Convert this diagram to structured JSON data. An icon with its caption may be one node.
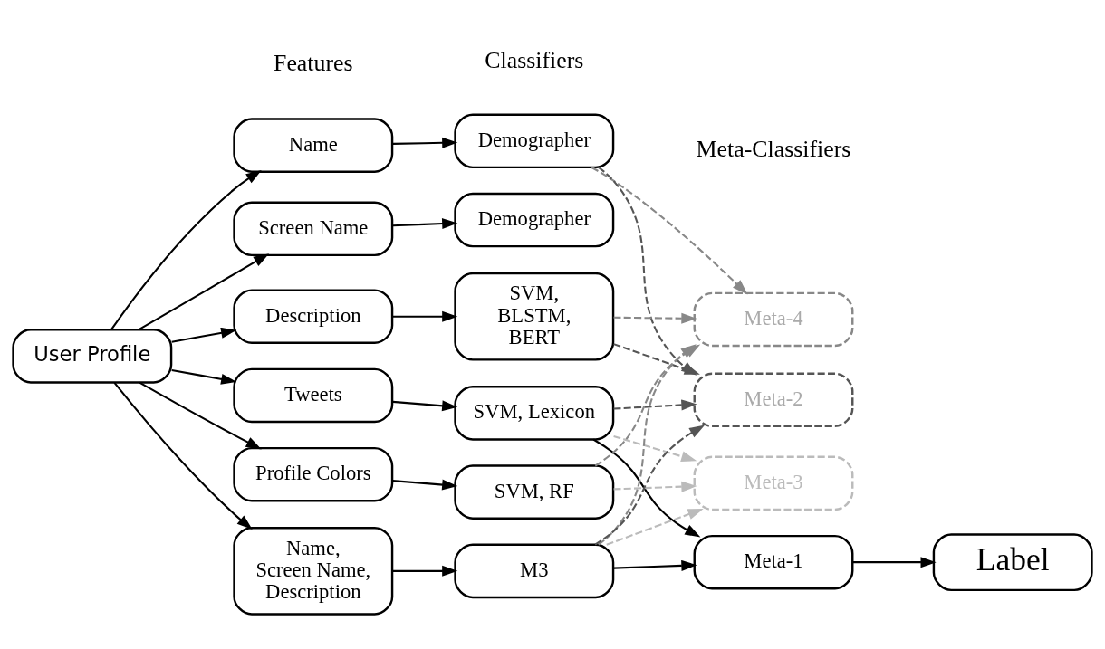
{
  "diagram": {
    "nodes": [
      {
        "text": [
          "User Profile"
        ]
      },
      {
        "text": [
          "Name"
        ]
      },
      {
        "text": [
          "Screen Name"
        ]
      },
      {
        "text": [
          "Description"
        ]
      },
      {
        "text": [
          "Tweets"
        ]
      },
      {
        "text": [
          "Profile Colors"
        ]
      },
      {
        "text": [
          "Name, Screen Name, Description"
        ]
      },
      {
        "text": [
          "Demographer"
        ]
      },
      {
        "text": [
          "Demographer"
        ]
      },
      {
        "text": [
          "SVM, BLSTM, BERT"
        ]
      },
      {
        "text": [
          "SVM, Lexicon"
        ]
      },
      {
        "text": [
          "SVM, RF"
        ]
      },
      {
        "text": [
          "M3"
        ]
      },
      {
        "text": [
          "Meta-4"
        ]
      },
      {
        "text": [
          "Meta-2"
        ]
      },
      {
        "text": [
          "Meta-3"
        ]
      },
      {
        "text": [
          "Meta-1"
        ]
      },
      {
        "text": [
          "Label"
        ]
      }
    ],
    "edges": [
      {
        "from": 0,
        "to": 1,
        "arrow": "to"
      },
      {
        "from": 0,
        "to": 2,
        "arrow": "to"
      },
      {
        "from": 0,
        "to": 3,
        "arrow": "to"
      },
      {
        "from": 0,
        "to": 4,
        "arrow": "to"
      },
      {
        "from": 0,
        "to": 5,
        "arrow": "to"
      },
      {
        "from": 0,
        "to": 6,
        "arrow": "to"
      },
      {
        "from": 1,
        "to": 7,
        "arrow": "to"
      },
      {
        "from": 2,
        "to": 8,
        "arrow": "to"
      },
      {
        "from": 3,
        "to": 9,
        "arrow": "to"
      },
      {
        "from": 4,
        "to": 10,
        "arrow": "to"
      },
      {
        "from": 5,
        "to": 11,
        "arrow": "to"
      },
      {
        "from": 6,
        "to": 12,
        "arrow": "to"
      },
      {
        "from": 7,
        "to": 13,
        "arrow": "to",
        "style": "dashed",
        "color": "#888888"
      },
      {
        "from": 7,
        "to": 14,
        "arrow": "to",
        "style": "dashed",
        "color": "#555555"
      },
      {
        "from": 9,
        "to": 13,
        "arrow": "to",
        "style": "dashed",
        "color": "#888888"
      },
      {
        "from": 9,
        "to": 14,
        "arrow": "to",
        "style": "dashed",
        "color": "#555555"
      },
      {
        "from": 10,
        "to": 14,
        "arrow": "to",
        "style": "dashed",
        "color": "#555555"
      },
      {
        "from": 10,
        "to": 15,
        "arrow": "to",
        "style": "dashed",
        "color": "#bbbbbb"
      },
      {
        "from": 10,
        "to": 16,
        "arrow": "to"
      },
      {
        "from": 11,
        "to": 13,
        "arrow": "to",
        "style": "dashed",
        "color": "#888888"
      },
      {
        "from": 11,
        "to": 15,
        "arrow": "to",
        "style": "dashed",
        "color": "#bbbbbb"
      },
      {
        "from": 12,
        "to": 13,
        "arrow": "to",
        "style": "dashed",
        "color": "#888888"
      },
      {
        "from": 12,
        "to": 14,
        "arrow": "to",
        "style": "dashed",
        "color": "#555555"
      },
      {
        "from": 12,
        "to": 15,
        "arrow": "to",
        "style": "dashed",
        "color": "#bbbbbb"
      },
      {
        "from": 12,
        "to": 16,
        "arrow": "to"
      },
      {
        "from": 16,
        "to": 17,
        "arrow": "to"
      }
    ],
    "labels": [
      "Features",
      "Classifiers",
      "Meta-Classifiers"
    ]
  }
}
